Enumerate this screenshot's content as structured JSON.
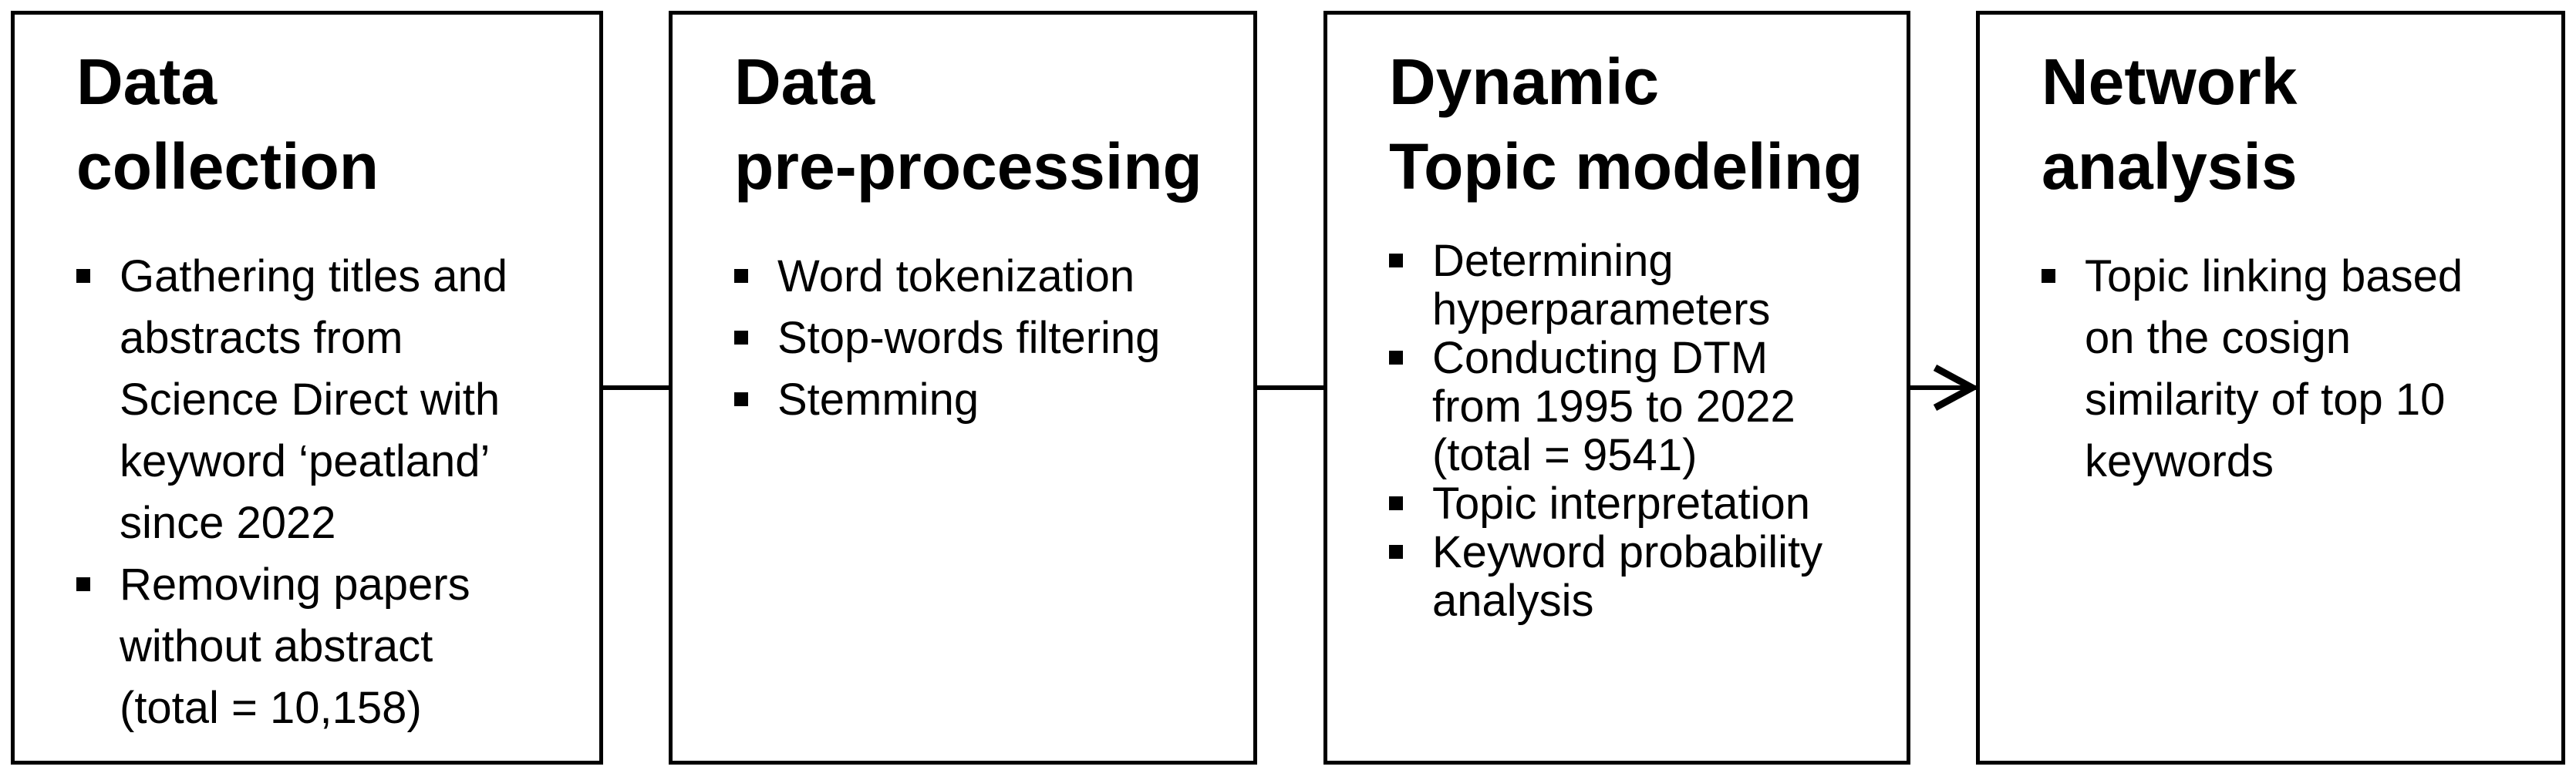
{
  "figure": {
    "background_color": "#ffffff",
    "border_color": "#000000",
    "text_color": "#000000"
  },
  "boxes": [
    {
      "id": "data-collection",
      "title": "Data\ncollection",
      "items": [
        "Gathering titles and\nabstracts from\nScience Direct with\nkeyword ‘peatland’\nsince 2022",
        "Removing papers\nwithout abstract\n(total = 10,158)"
      ]
    },
    {
      "id": "data-pre-processing",
      "title": "Data\npre-processing",
      "items": [
        "Word tokenization",
        "Stop-words filtering",
        "Stemming"
      ]
    },
    {
      "id": "dynamic-topic-modeling",
      "title": "Dynamic\nTopic modeling",
      "items": [
        "Determining\nhyperparameters",
        "Conducting DTM\nfrom 1995 to 2022\n(total = 9541)",
        "Topic interpretation",
        "Keyword probability\nanalysis"
      ]
    },
    {
      "id": "network-analysis",
      "title": "Network\nanalysis",
      "items": [
        "Topic linking based\non the cosign\nsimilarity of top 10\nkeywords"
      ]
    }
  ],
  "connectors": [
    {
      "from": "data-collection",
      "to": "data-pre-processing",
      "style": "line"
    },
    {
      "from": "data-pre-processing",
      "to": "dynamic-topic-modeling",
      "style": "line"
    },
    {
      "from": "dynamic-topic-modeling",
      "to": "network-analysis",
      "style": "arrow"
    }
  ]
}
